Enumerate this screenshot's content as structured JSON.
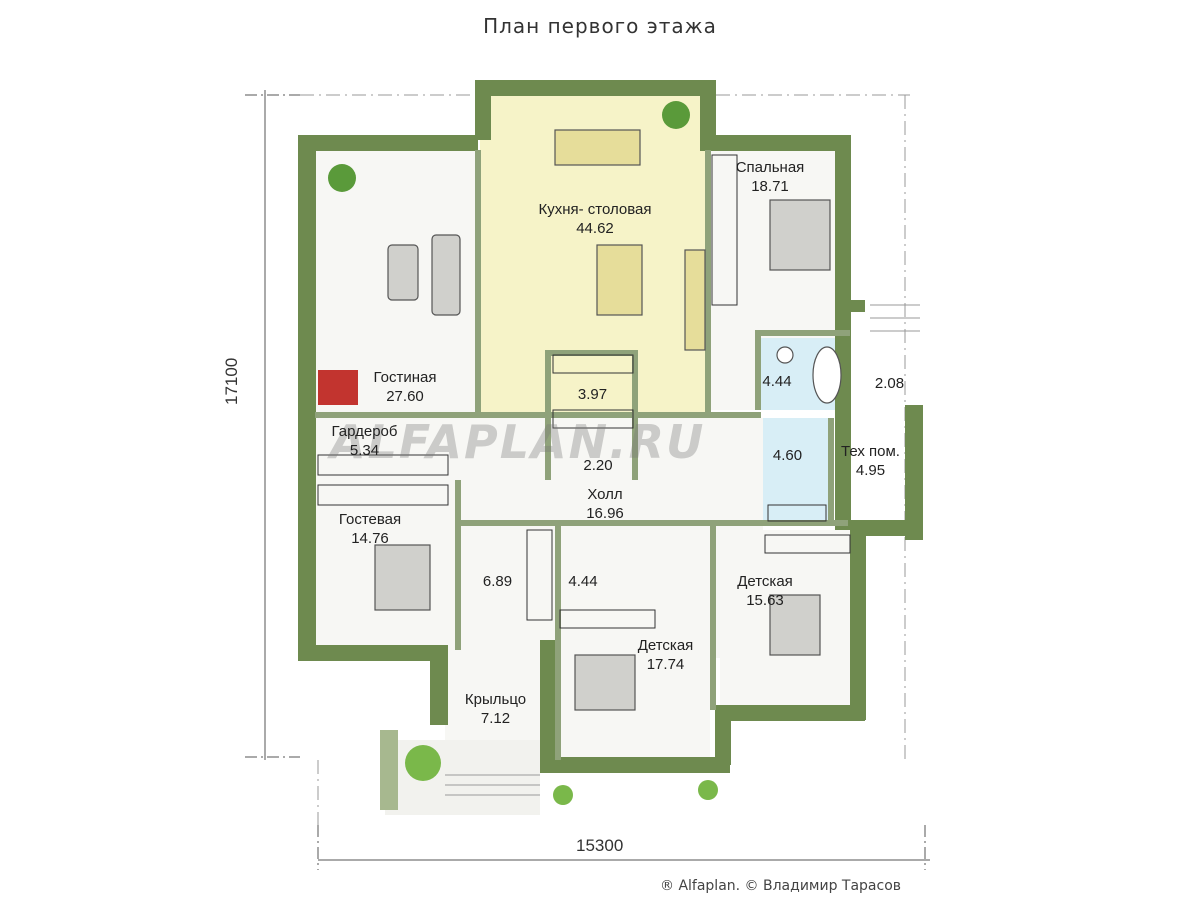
{
  "title": "План первого этажа",
  "credit": "® Alfaplan. © Владимир Тарасов",
  "watermark": "ALFAPLAN.RU",
  "dimensions": {
    "width": "15300",
    "height": "17100"
  },
  "rooms": [
    {
      "id": "living",
      "name": "Гостиная",
      "area": "27.60"
    },
    {
      "id": "kitchen",
      "name": "Кухня- столовая",
      "area": "44.62"
    },
    {
      "id": "bedroom",
      "name": "Спальная",
      "area": "18.71"
    },
    {
      "id": "bath1",
      "name": "",
      "area": "4.44"
    },
    {
      "id": "porch2",
      "name": "",
      "area": "2.08"
    },
    {
      "id": "pantry",
      "name": "",
      "area": "3.97"
    },
    {
      "id": "wardrobe",
      "name": "Гардероб",
      "area": "5.34"
    },
    {
      "id": "closet",
      "name": "",
      "area": "2.20"
    },
    {
      "id": "sauna",
      "name": "",
      "area": "4.60"
    },
    {
      "id": "tech",
      "name": "Тех пом.",
      "area": "4.95"
    },
    {
      "id": "hall",
      "name": "Холл",
      "area": "16.96"
    },
    {
      "id": "guest",
      "name": "Гостевая",
      "area": "14.76"
    },
    {
      "id": "vestibule",
      "name": "",
      "area": "6.89"
    },
    {
      "id": "bath2",
      "name": "",
      "area": "4.44"
    },
    {
      "id": "kids1",
      "name": "Детская",
      "area": "15.63"
    },
    {
      "id": "kids2",
      "name": "Детская",
      "area": "17.74"
    },
    {
      "id": "porch",
      "name": "Крыльцо",
      "area": "7.12"
    }
  ],
  "colors": {
    "wall": "#6e8a4f",
    "kitchen": "#f6f3c8",
    "wet": "#d8eef6",
    "floor": "#f7f7f4"
  }
}
